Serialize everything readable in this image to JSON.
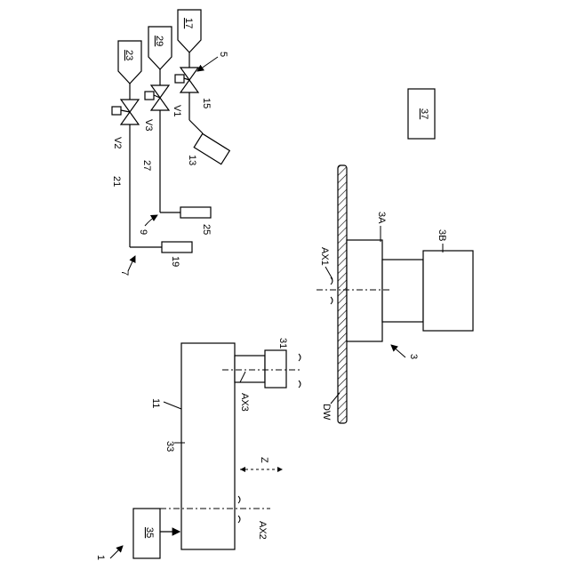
{
  "labels": {
    "ref_1": "1",
    "ref_3": "3",
    "ref_3A": "3A",
    "ref_3B": "3B",
    "ref_5": "5",
    "ref_7": "7",
    "ref_9": "9",
    "ref_11": "11",
    "ref_13": "13",
    "ref_15": "15",
    "ref_17": "17",
    "ref_19": "19",
    "ref_21": "21",
    "ref_23": "23",
    "ref_25": "25",
    "ref_27": "27",
    "ref_29": "29",
    "ref_31": "31",
    "ref_33": "33",
    "ref_35": "35",
    "ref_37": "37",
    "ax1": "AX1",
    "ax2": "AX2",
    "ax3": "AX3",
    "dw": "DW",
    "z": "Z",
    "v1": "V1",
    "v2": "V2",
    "v3": "V3"
  }
}
